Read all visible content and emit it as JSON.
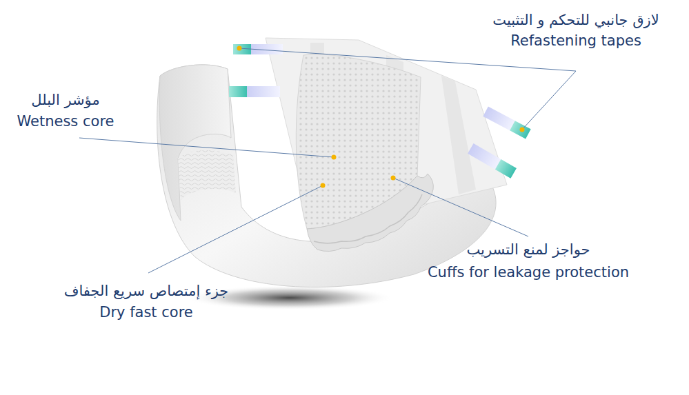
{
  "diagram": {
    "labels": [
      "لازق جانبي للتحكم و التثبيت",
      "Refastening tapes",
      "مؤشر البلل",
      "Wetness core",
      "حواجز لمنع التسريب",
      "Cuffs for leakage protection",
      "جزء إمتصاص سريع الجفاف",
      "Dry fast core"
    ]
  }
}
